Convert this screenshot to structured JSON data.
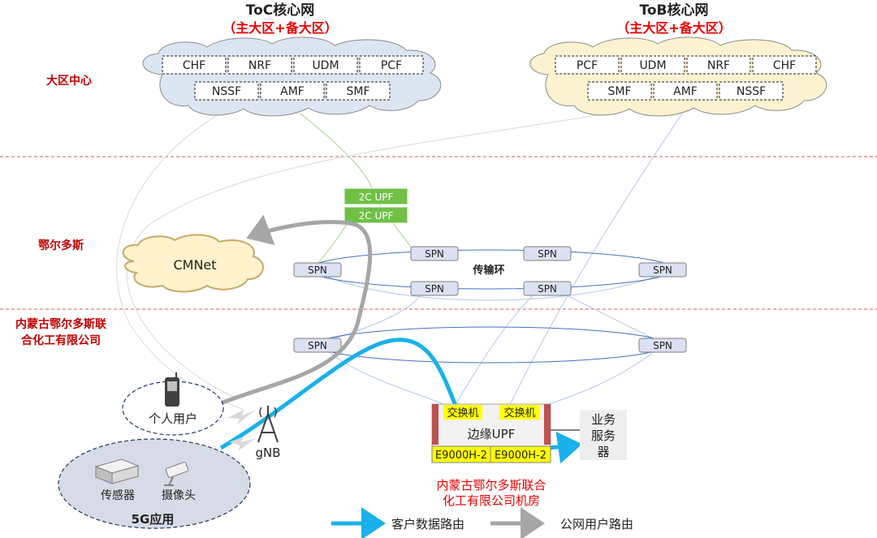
{
  "core": {
    "toc": {
      "title": "ToC核心网",
      "subtitle": "（主大区+备大区）",
      "nfs_row1": [
        "CHF",
        "NRF",
        "UDM",
        "PCF"
      ],
      "nfs_row2": [
        "NSSF",
        "AMF",
        "SMF"
      ],
      "cloud_color": "#dce6f2"
    },
    "tob": {
      "title": "ToB核心网",
      "subtitle": "（主大区+备大区）",
      "nfs_row1": [
        "PCF",
        "UDM",
        "NRF",
        "CHF"
      ],
      "nfs_row2": [
        "SMF",
        "AMF",
        "NSSF"
      ],
      "cloud_color": "#fdf2d0"
    }
  },
  "regions": {
    "center": "大区中心",
    "ordos": "鄂尔多斯",
    "company_line1": "内蒙古鄂尔多斯联",
    "company_line2": "合化工有限公司"
  },
  "upf": [
    "2C UPF",
    "2C UPF"
  ],
  "upf_color": "#70c046",
  "cmnet": "CMNet",
  "transport": {
    "spn_label": "SPN",
    "ring_label": "传输环"
  },
  "site": {
    "switch_label": "交换机",
    "edge_upf": "边缘UPF",
    "device_label": "E9000H-2",
    "server_line1": "业务",
    "server_line2": "服务",
    "server_line3": "器",
    "room_line1": "内蒙古鄂尔多斯联合",
    "room_line2": "化工有限公司机房"
  },
  "access": {
    "personal_user": "个人用户",
    "gnb": "gNB",
    "sensor": "传感器",
    "camera": "摄像头",
    "app": "5G应用"
  },
  "legend": {
    "customer_route": "客户数据路由",
    "public_route": "公网用户路由"
  },
  "colors": {
    "customer_route": "#1ab0ea",
    "public_route": "#a6a6a6",
    "switch": "#ffff00",
    "region_red": "#c00000"
  }
}
